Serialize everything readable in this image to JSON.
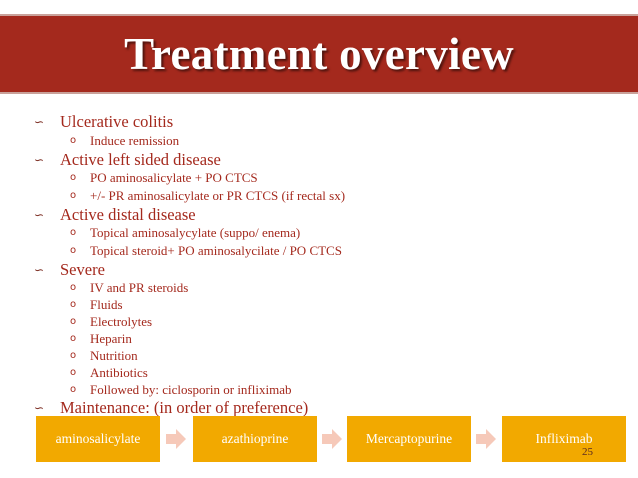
{
  "title": "Treatment overview",
  "bullets": [
    {
      "text": "Ulcerative colitis",
      "sub": [
        "Induce remission"
      ]
    },
    {
      "text": "Active left sided disease",
      "sub": [
        "PO aminosalicylate + PO CTCS",
        "+/- PR aminosalicylate or PR CTCS (if rectal sx)"
      ]
    },
    {
      "text": "Active distal disease",
      "sub": [
        "Topical aminosalycylate (suppo/ enema)",
        "Topical steroid+ PO aminosalycilate / PO CTCS"
      ]
    },
    {
      "text": "Severe",
      "sub": [
        "IV and PR steroids",
        "Fluids",
        "Electrolytes",
        "Heparin",
        "Nutrition",
        "Antibiotics",
        "Followed by: ciclosporin or infliximab"
      ]
    },
    {
      "text": "Maintenance: (in order of preference)",
      "sub": []
    }
  ],
  "flow": [
    "aminosalicylate",
    "azathioprine",
    "Mercaptopurine",
    "Infliximab"
  ],
  "page_number": "25",
  "icons": {
    "main_bullet": "fancy-curl-bullet-icon",
    "sub_bullet": "circle-bullet-icon",
    "flow_arrow": "chevron-arrow-icon"
  },
  "colors": {
    "accent": "#a4291d",
    "flow_box": "#f2a900",
    "flow_arrow": "#f6c9b9"
  }
}
